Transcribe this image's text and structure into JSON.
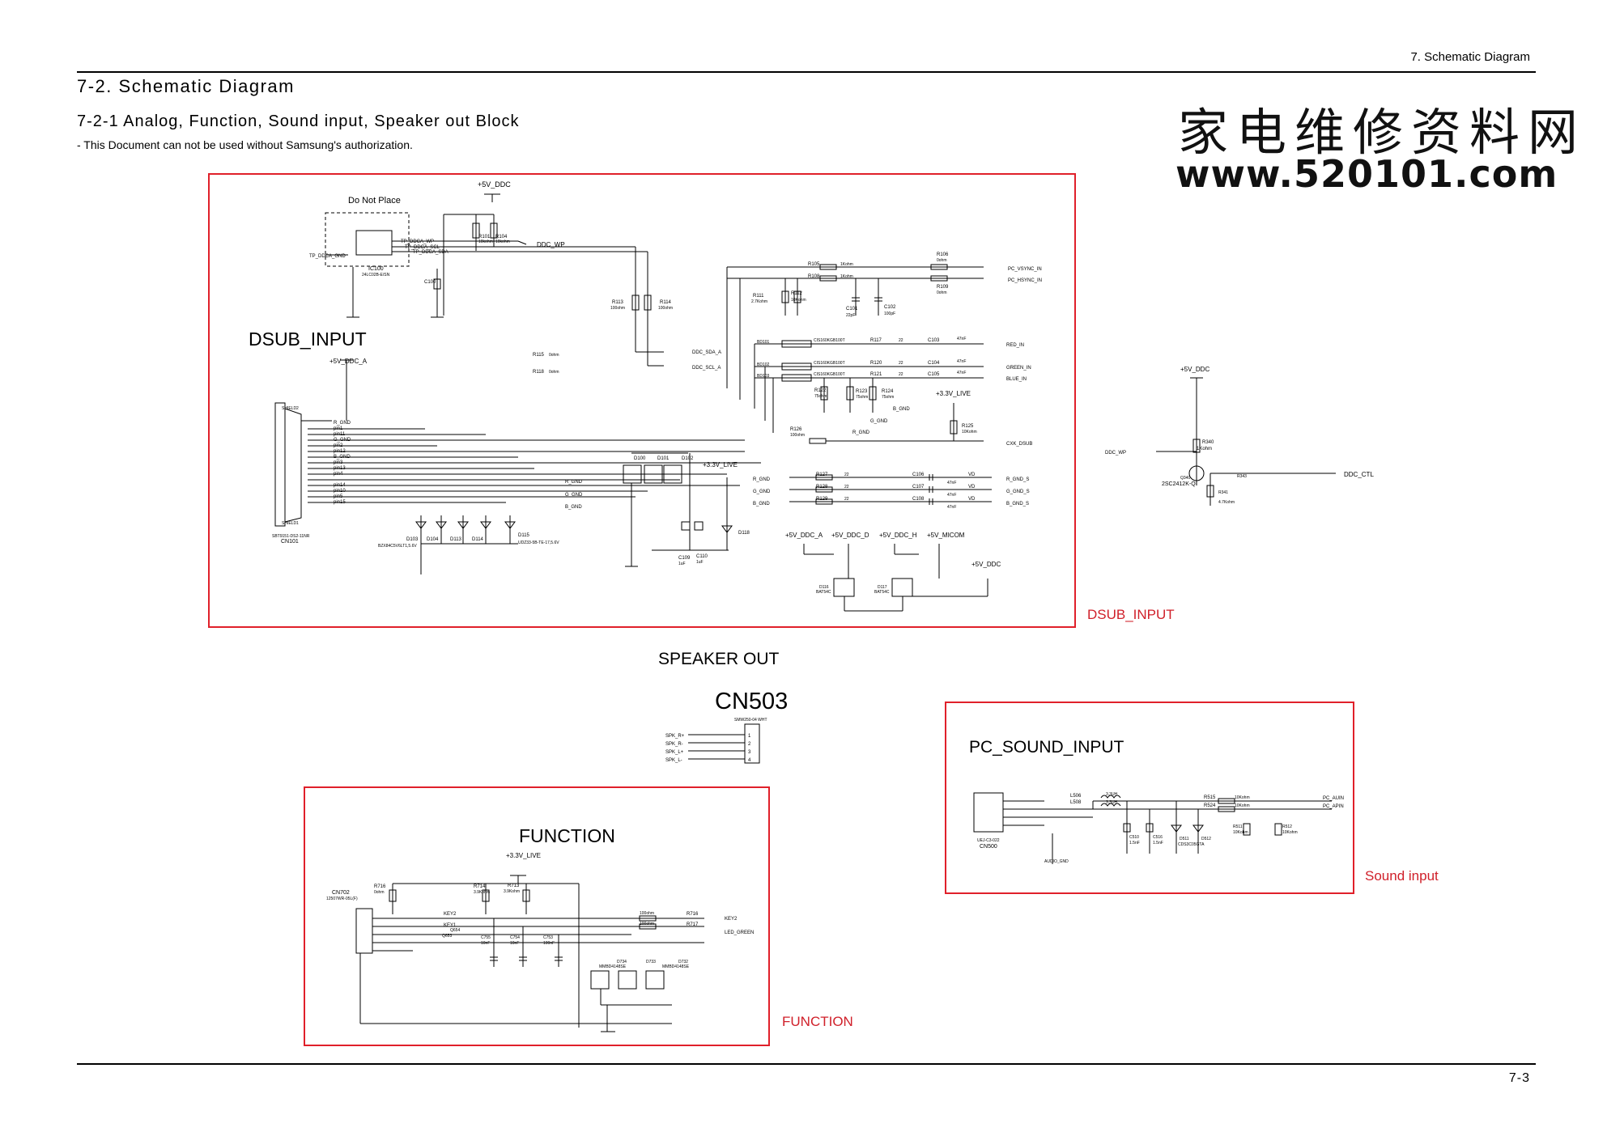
{
  "header": {
    "section_label": "7. Schematic Diagram",
    "title": "7-2. Schematic Diagram",
    "subtitle": "7-2-1 Analog, Function, Sound input, Speaker out Block",
    "note": "- This Document can not be used without Samsung's authorization."
  },
  "watermark": {
    "chinese": "家电维修资料网",
    "url": "www.520101.com"
  },
  "page_number": "7-3",
  "blocks": {
    "dsub": {
      "caption": "DSUB_INPUT",
      "title": "DSUB_INPUT",
      "do_not_place": "Do Not Place",
      "ic100": "IC100",
      "ic100_part": "24LC02B-E/SN",
      "tp_ddca_gnd": "TP_DDCA_GND",
      "tp_ddca_wp": "TP_DDCA_WP",
      "tp_ddca_scl": "TP_DDCA_SCL",
      "tp_ddca_sda": "TP_DDCA_SDA",
      "ddc_wp": "DDC_WP",
      "c100": "C100",
      "cn101": "CN101",
      "cn101_part": "SBT9151-DS2-11NR",
      "shield1": "SHIELD1",
      "shield2": "SHIELD2",
      "pins": [
        "R_GND",
        "pin1",
        "pin11",
        "G_GND",
        "pin2",
        "pin12",
        "B_GND",
        "pin3",
        "pin13",
        "pin4",
        "pin14",
        "pin10",
        "pin5",
        "pin15"
      ],
      "rails": [
        "+5V_DDC",
        "+5V_DDC_A",
        "+3.3V_LIVE",
        "+3.3V_LIVE"
      ],
      "resistors": [
        {
          "ref": "R101",
          "val": "10kohm"
        },
        {
          "ref": "R104",
          "val": "10kohm"
        },
        {
          "ref": "R113",
          "val": "100ohm"
        },
        {
          "ref": "R114",
          "val": "100ohm"
        },
        {
          "ref": "R115",
          "val": "0ohm"
        },
        {
          "ref": "R118",
          "val": "0ohm"
        },
        {
          "ref": "R105",
          "val": "1Kohm"
        },
        {
          "ref": "R108",
          "val": "1Kohm"
        },
        {
          "ref": "R106",
          "val": "0ohm"
        },
        {
          "ref": "R109",
          "val": "0ohm"
        },
        {
          "ref": "R111",
          "val": "2.7Kohm"
        },
        {
          "ref": "R112",
          "val": "10Kohm"
        },
        {
          "ref": "R117",
          "val": "22"
        },
        {
          "ref": "R120",
          "val": "22"
        },
        {
          "ref": "R121",
          "val": "22"
        },
        {
          "ref": "R122",
          "val": "75ohm"
        },
        {
          "ref": "R123",
          "val": "75ohm"
        },
        {
          "ref": "R124",
          "val": "75ohm"
        },
        {
          "ref": "R125",
          "val": "10Kohm"
        },
        {
          "ref": "R126",
          "val": "100ohm"
        },
        {
          "ref": "R127",
          "val": "22"
        },
        {
          "ref": "R128",
          "val": "22"
        },
        {
          "ref": "R129",
          "val": "22"
        }
      ],
      "caps": [
        {
          "ref": "C101",
          "val": "22pF"
        },
        {
          "ref": "C102",
          "val": "100pF"
        },
        {
          "ref": "C103",
          "val": "47nF"
        },
        {
          "ref": "C104",
          "val": "47nF"
        },
        {
          "ref": "C105",
          "val": "47nF"
        },
        {
          "ref": "C106",
          "val": "47nF"
        },
        {
          "ref": "C107",
          "val": "47nF"
        },
        {
          "ref": "C108",
          "val": "47nF"
        },
        {
          "ref": "C109",
          "val": "1uF"
        },
        {
          "ref": "C110",
          "val": "1uF"
        }
      ],
      "beads": [
        {
          "ref": "BD101",
          "part": "CIS160KGB100T"
        },
        {
          "ref": "BD102",
          "part": "CIS160KGB100T"
        },
        {
          "ref": "BD103",
          "part": "CIS160KGB100T"
        }
      ],
      "nets": {
        "pc_vsync_in": "PC_VSYNC_IN",
        "pc_hsync_in": "PC_HSYNC_IN",
        "red_in": "RED_IN",
        "green_in": "GREEN_IN",
        "blue_in": "BLUE_IN",
        "ddc_sda_a": "DDC_SDA_A",
        "ddc_scl_a": "DDC_SCL_A",
        "r_gnd": "R_GND",
        "g_gnd": "G_GND",
        "b_gnd": "B_GND",
        "cxk_dsub": "CXK_DSUB",
        "r_gnd_s": "R_GND_S",
        "g_gnd_s": "G_GND_S",
        "b_gnd_s": "B_GND_S",
        "vd": "VD"
      },
      "diodes": [
        "D100",
        "D101",
        "D102",
        "D103",
        "D104",
        "D113",
        "D114",
        "D115",
        "D118",
        "D116",
        "D117"
      ],
      "diode_parts": {
        "d103": "BZX84C5V6LT1,5.6V",
        "d115": "UDZ33-5B-TE-17,5.6V",
        "bat54c": "BAT54C"
      },
      "bottom_rails": [
        "+5V_DDC_A",
        "+5V_DDC_D",
        "+5V_DDC_H",
        "+5V_MICOM",
        "+5V_DDC"
      ],
      "aux": {
        "rail": "+5V_DDC",
        "ddc_wp": "DDC_WP",
        "r340": "R340",
        "r340_val": "1Kohm",
        "q": "Q340",
        "q_part": "2SC2412K-Q",
        "r341": "R341",
        "r341_val": "4.7Kohm",
        "r343": "R343",
        "ddc_ctl": "DDC_CTL",
        "pin_label": "DDC_CTL"
      }
    },
    "speaker": {
      "title": "SPEAKER OUT",
      "cn": "CN503",
      "part": "SMW250-04 WHT",
      "pins": [
        "SPK_R+",
        "SPK_R-",
        "SPK_L+",
        "SPK_L-"
      ],
      "pin_nums": [
        "1",
        "2",
        "3",
        "4"
      ]
    },
    "pc_sound": {
      "title": "PC_SOUND_INPUT",
      "caption": "Sound input",
      "cn": "CN500",
      "cn_part": "UEJ-C3-022",
      "inductors": [
        {
          "ref": "L506",
          "val": "3.3UH"
        },
        {
          "ref": "L508",
          "val": "3.3UH"
        }
      ],
      "resistors": [
        {
          "ref": "R515",
          "val": "10Kohm"
        },
        {
          "ref": "R524",
          "val": "10Kohm"
        },
        {
          "ref": "R511",
          "val": "10Kohm"
        },
        {
          "ref": "R512",
          "val": "10Kohm"
        }
      ],
      "caps": [
        {
          "ref": "C510",
          "val": "1.5nF"
        },
        {
          "ref": "C516",
          "val": "1.5nF"
        }
      ],
      "diodes": [
        {
          "ref": "D511"
        },
        {
          "ref": "D512"
        }
      ],
      "diode_part": "CDS3C05GTA",
      "nets": [
        "PC_AUIN",
        "PC_APIN"
      ],
      "ground": "AUDIO_GND"
    },
    "function": {
      "title": "FUNCTION",
      "caption": "FUNCTION",
      "rail": "+3.3V_LIVE",
      "cn": "CN702",
      "cn_part": "12507WR-05L(F)",
      "resistors": [
        {
          "ref": "R716",
          "val": "0ohm"
        },
        {
          "ref": "R714",
          "val": "3.9Kohm"
        },
        {
          "ref": "R713",
          "val": "3.9Kohm"
        },
        {
          "ref": "R716",
          "val": "100ohm"
        },
        {
          "ref": "R717",
          "val": "100ohm"
        }
      ],
      "caps": [
        {
          "ref": "C755",
          "val": "10nF"
        },
        {
          "ref": "C754",
          "val": "10nF"
        },
        {
          "ref": "C753",
          "val": "100nF"
        }
      ],
      "nets": [
        "KEY2",
        "KEY1",
        "LED_GREEN"
      ],
      "diodes": [
        {
          "ref": "D734"
        },
        {
          "ref": "D733"
        },
        {
          "ref": "D732"
        }
      ],
      "diode_part": "MMBD4148SE",
      "q": [
        "Q654",
        "Q653"
      ]
    }
  }
}
